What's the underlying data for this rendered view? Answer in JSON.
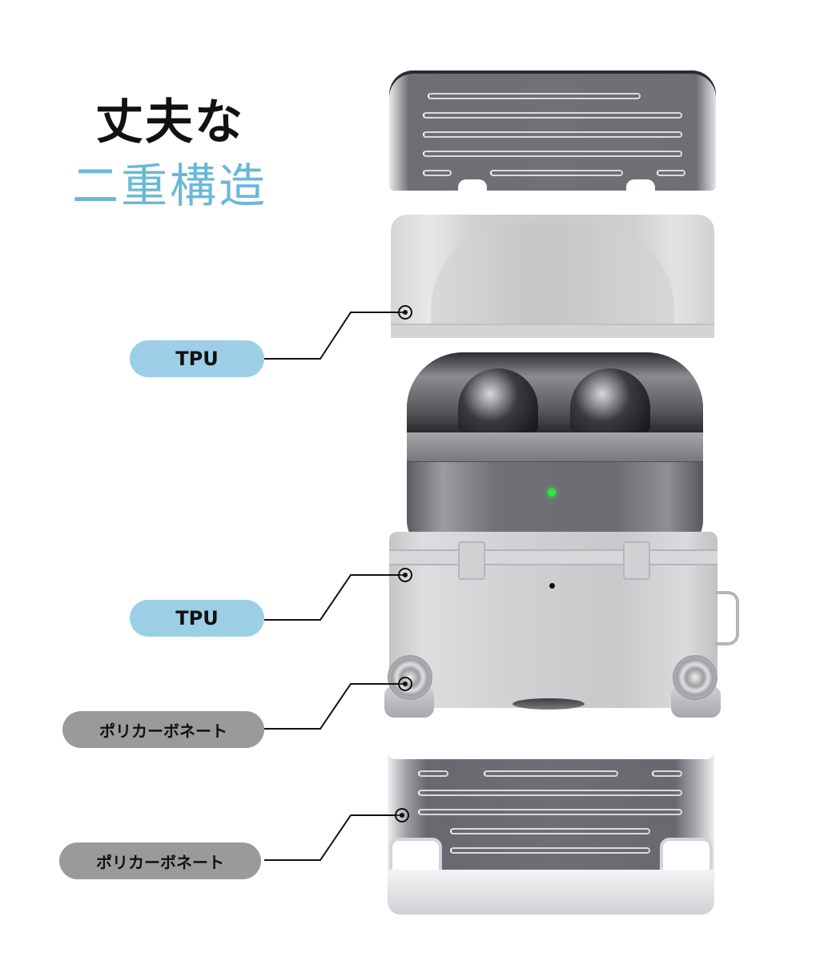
{
  "heading": {
    "line1": "丈夫な",
    "line2": "二重構造"
  },
  "callouts": [
    {
      "label": "TPU",
      "material": "tpu",
      "part": "top-inner-shell"
    },
    {
      "label": "TPU",
      "material": "tpu",
      "part": "body-inner-shell"
    },
    {
      "label": "ポリカーボネート",
      "material": "polycarbonate",
      "part": "wheel-housing"
    },
    {
      "label": "ポリカーボネート",
      "material": "polycarbonate",
      "part": "bottom-outer-shell"
    }
  ],
  "colors": {
    "heading_primary": "#111111",
    "heading_accent": "#6ab8d8",
    "tpu_pill": "#9ccfe6",
    "pc_pill": "#999a9c",
    "led": "#2ee83e"
  }
}
